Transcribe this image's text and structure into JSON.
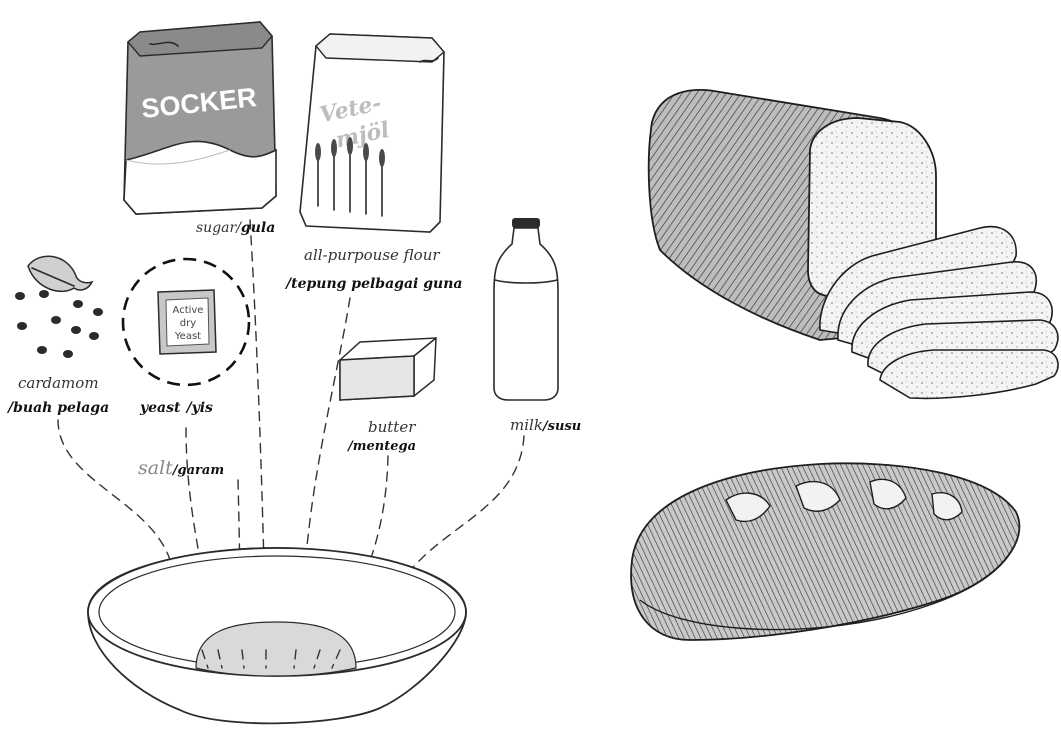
{
  "colors": {
    "ink": "#2b2b2b",
    "sugar_bag": "#9a9a9a",
    "dough": "#d9d9d9",
    "yeast_circle": "#111111"
  },
  "packages": {
    "sugar_bag_text": "SOCKER",
    "flour_bag_text_line1": "Vete-",
    "flour_bag_text_line2": "mjöl",
    "yeast_packet_line1": "Active",
    "yeast_packet_line2": "dry",
    "yeast_packet_line3": "Yeast"
  },
  "ingredients": {
    "sugar": {
      "en": "sugar",
      "sep": "/",
      "ms": "gula"
    },
    "flour": {
      "en": "all-purpouse flour",
      "ms": "/tepung pelbagai guna"
    },
    "cardamom": {
      "en": "cardamom",
      "ms": "/buah pelaga"
    },
    "yeast": {
      "en": "yeast",
      "ms": "/yis"
    },
    "salt": {
      "en": "salt",
      "ms": "/garam"
    },
    "butter": {
      "en": "butter",
      "ms": "/mentega"
    },
    "milk": {
      "en": "milk",
      "ms": "/susu"
    }
  },
  "icons": [
    "sugar-bag-icon",
    "flour-bag-icon",
    "cardamom-pod-icon",
    "yeast-packet-icon",
    "butter-block-icon",
    "milk-bottle-icon",
    "mixing-bowl-icon",
    "bread-loaf-sliced-icon",
    "bread-loaf-whole-icon"
  ]
}
